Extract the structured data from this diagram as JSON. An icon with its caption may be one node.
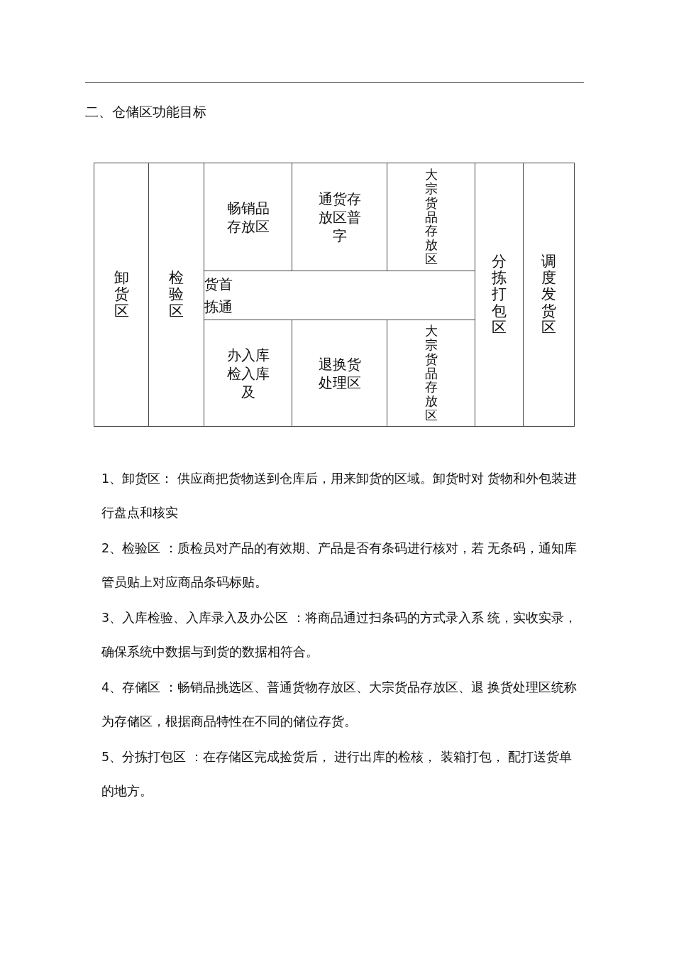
{
  "diagram": {
    "title": "二、仓储区功能目标",
    "nodes": [
      {
        "text": [
          "卸货区"
        ]
      },
      {
        "text": [
          "检验区"
        ]
      },
      {
        "text": [
          "畅销品存放区"
        ]
      },
      {
        "text": [
          "通货存放区普字"
        ]
      },
      {
        "text": [
          "大宗货品存放区"
        ]
      },
      {
        "text": [
          "货首",
          "拣通"
        ]
      },
      {
        "text": [
          "办入库检入库及"
        ]
      },
      {
        "text": [
          "退换货处理区"
        ]
      },
      {
        "text": [
          "大宗货品存放区"
        ]
      },
      {
        "text": [
          "分拣打包区"
        ]
      },
      {
        "text": [
          "调度发货区"
        ]
      }
    ],
    "labels": [
      "1、卸货区： 供应商把货物送到仓库后，用来卸货的区域。卸货时对 货物和外包装进行盘点和核实",
      "2、检验区 ：质检员对产品的有效期、产品是否有条码进行核对，若 无条码，通知库管员贴上对应商品条码标贴。",
      "3、入库检验、入库录入及办公区 ：将商品通过扫条码的方式录入系 统，实收实录，确保系统中数据与到货的数据相符合。",
      "4、存储区 ：畅销品挑选区、普通货物存放区、大宗货品存放区、退 换货处理区统称为存储区，根据商品特性在不同的储位存货。",
      "5、分拣打包区 ：在存储区完成捡货后， 进行出库的检核， 装箱打包， 配打送货单的地方。"
    ]
  }
}
